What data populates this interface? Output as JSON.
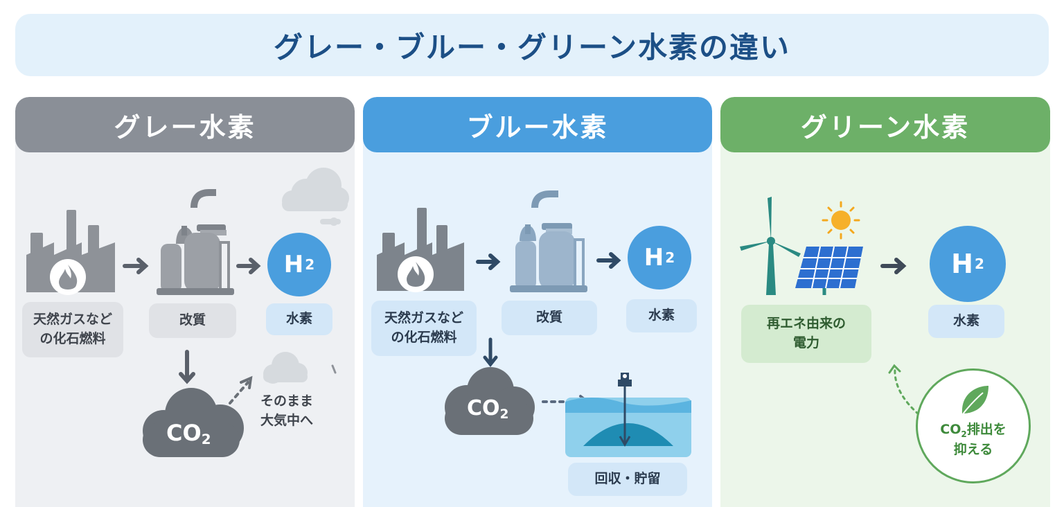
{
  "title": "グレー・ブルー・グリーン水素の違い",
  "panels": {
    "gray": {
      "header": "グレー水素",
      "source_label": "天然ガスなど\nの化石燃料",
      "process_label": "改質",
      "h2_main": "H",
      "h2_sub": "2",
      "product_label": "水素",
      "co2_main": "CO",
      "co2_sub": "2",
      "fate_label": "そのまま\n大気中へ"
    },
    "blue": {
      "header": "ブルー水素",
      "source_label": "天然ガスなど\nの化石燃料",
      "process_label": "改質",
      "h2_main": "H",
      "h2_sub": "2",
      "product_label": "水素",
      "co2_main": "CO",
      "co2_sub": "2",
      "storage_label": "回収・貯留"
    },
    "green": {
      "header": "グリーン水素",
      "source_label": "再エネ由来の\n電力",
      "h2_main": "H",
      "h2_sub": "2",
      "product_label": "水素",
      "badge_main": "CO",
      "badge_sub": "2",
      "badge_rest": "排出を",
      "badge_line2": "抑える"
    }
  },
  "icons": [
    "factory-icon",
    "flame-icon",
    "reformer-icon",
    "cloud-icon",
    "arrow-icon",
    "wind-turbine-icon",
    "solar-panel-icon",
    "sun-icon",
    "leaf-icon",
    "storage-reservoir-icon"
  ],
  "colors": {
    "title_text": "#1c4f86",
    "gray_header": "#8a8f97",
    "blue_header": "#4a9ede",
    "green_header": "#6db068",
    "h2_circle": "#4a9ede",
    "co2_cloud": "#6a7077",
    "green_accent": "#5fa85c"
  }
}
